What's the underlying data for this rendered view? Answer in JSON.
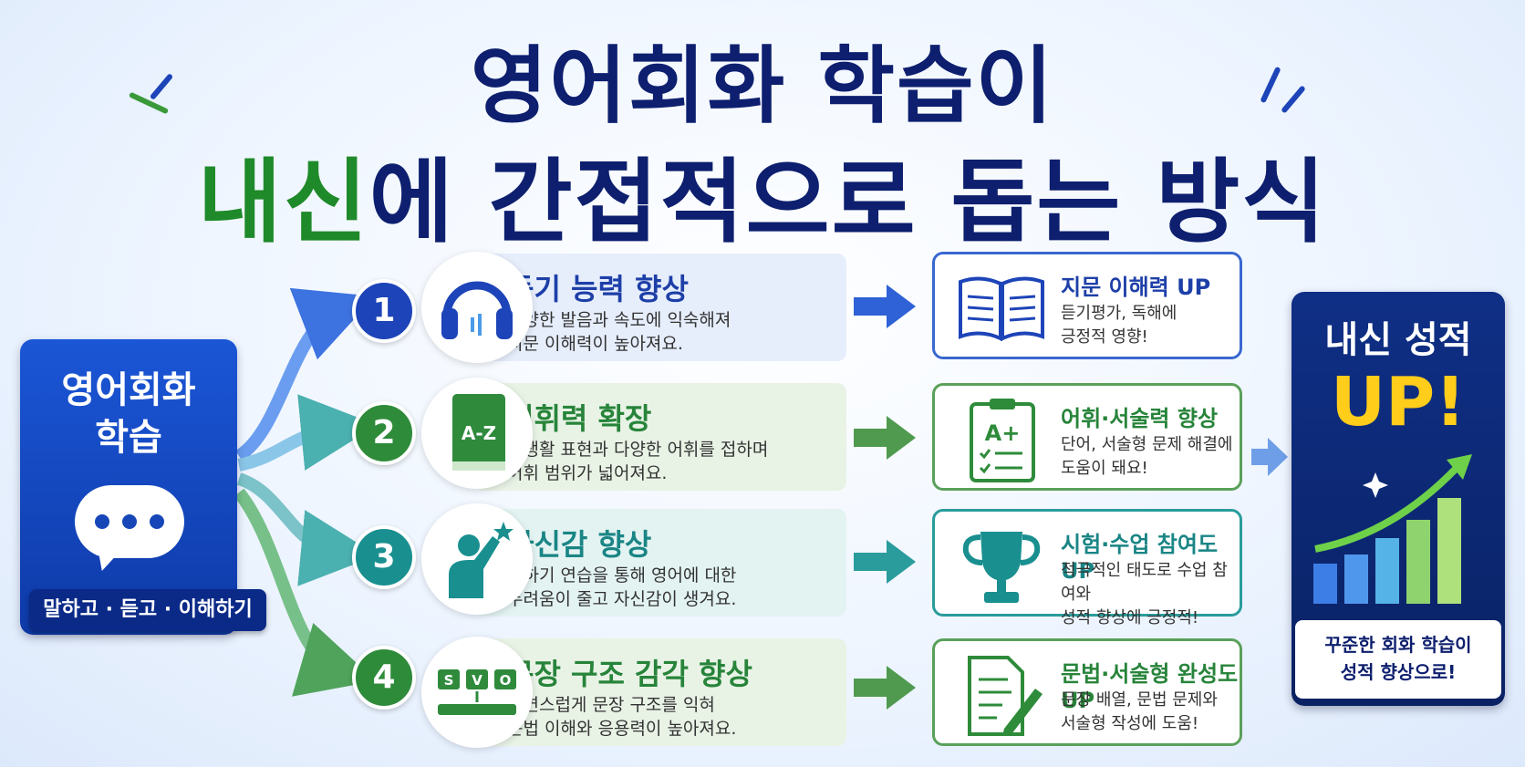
{
  "title": {
    "line1": "영어회화 학습이",
    "line2_highlight": "내신",
    "line2_rest": "에 간접적으로 돕는 방식"
  },
  "source": {
    "title": "영어회화\n학습",
    "caption": "말하고 · 듣고 · 이해하기",
    "icon": "speech-bubble-icon"
  },
  "steps": [
    {
      "number": "1",
      "title": "듣기 능력 향상",
      "desc": "다양한 발음과 속도에 익숙해져\n지문 이해력이 높아져요.",
      "icon": "headphones-icon",
      "color": "#1d44b8",
      "panel": "#e6eefc"
    },
    {
      "number": "2",
      "title": "어휘력 확장",
      "desc": "실생활 표현과 다양한 어휘를 접하며\n어휘 범위가 넓어져요.",
      "icon": "book-az-icon",
      "icon_text": "A-Z",
      "color": "#2e8b3a",
      "panel": "#e8f3e6"
    },
    {
      "number": "3",
      "title": "자신감 향상",
      "desc": "말하기 연습을 통해 영어에 대한\n두려움이 줄고 자신감이 생겨요.",
      "icon": "confident-person-icon",
      "color": "#1a8f8f",
      "panel": "#e3f3f2"
    },
    {
      "number": "4",
      "title": "문장 구조 감각 향상",
      "desc": "자연스럽게 문장 구조를 익혀\n문법 이해와 응용력이 높아져요.",
      "icon": "svo-blocks-icon",
      "icon_text": [
        "S",
        "V",
        "O"
      ],
      "color": "#2e8b3a",
      "panel": "#e8f3e6"
    }
  ],
  "results": [
    {
      "title": "지문 이해력 UP",
      "desc": "듣기평가, 독해에\n긍정적 영향!",
      "icon": "open-book-icon",
      "color": "#1d44b8"
    },
    {
      "title": "어휘·서술력 향상",
      "desc": "단어, 서술형 문제 해결에\n도움이 돼요!",
      "icon": "clipboard-grade-icon",
      "icon_text": "A+",
      "color": "#2e8b3a"
    },
    {
      "title": "시험·수업 참여도 UP",
      "desc": "적극적인 태도로 수업 참여와\n성적 향상에 긍정적!",
      "icon": "trophy-icon",
      "color": "#1a8f8f"
    },
    {
      "title": "문법·서술형 완성도 UP",
      "desc": "문장 배열, 문법 문제와\n서술형 작성에 도움!",
      "icon": "document-pencil-icon",
      "color": "#2e8b3a"
    }
  ],
  "final": {
    "line1": "내신 성적",
    "line2": "UP!",
    "ribbon": "꾸준한 회화 학습이\n성적 향상으로!",
    "icon": "growth-chart-icon"
  },
  "colors": {
    "navy": "#0d1f6e",
    "green": "#1f8a2a",
    "blue": "#1d44b8",
    "teal": "#1a8f8f",
    "yellow": "#ffcd1a"
  }
}
